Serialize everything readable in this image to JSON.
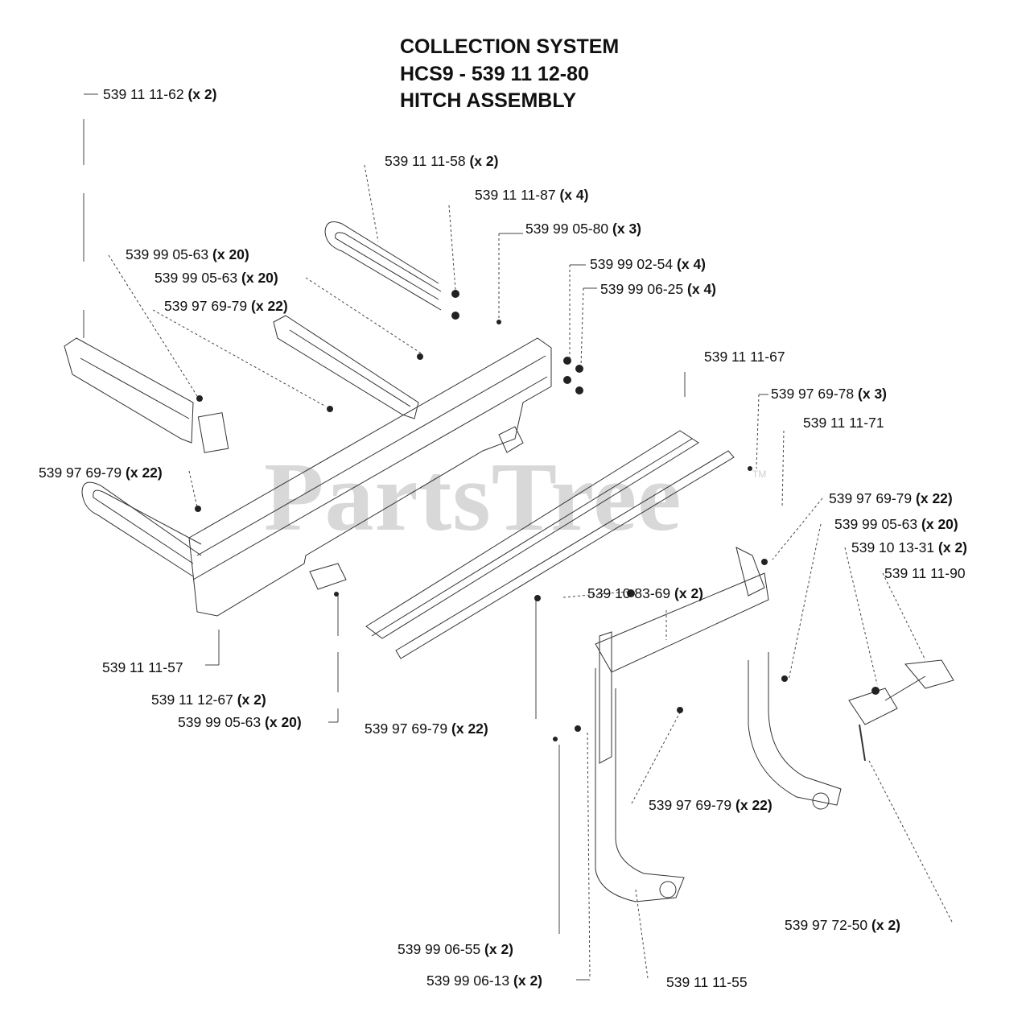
{
  "header": {
    "line1": "COLLECTION SYSTEM",
    "line2": "HCS9 - 539 11 12-80",
    "line3": "HITCH ASSEMBLY"
  },
  "watermark": {
    "text": "PartsTree",
    "mark": "TM"
  },
  "callouts": [
    {
      "part": "539 11 11-62",
      "qty": "(x 2)"
    },
    {
      "part": "539 11 11-58",
      "qty": "(x 2)"
    },
    {
      "part": "539 11 11-87",
      "qty": "(x 4)"
    },
    {
      "part": "539 99 05-80",
      "qty": "(x 3)"
    },
    {
      "part": "539 99 05-63",
      "qty": "(x 20)"
    },
    {
      "part": "539 99 05-63",
      "qty": "(x 20)"
    },
    {
      "part": "539 99 02-54",
      "qty": "(x 4)"
    },
    {
      "part": "539 99 06-25",
      "qty": "(x 4)"
    },
    {
      "part": "539 97 69-79",
      "qty": "(x 22)"
    },
    {
      "part": "539 11 11-67",
      "qty": ""
    },
    {
      "part": "539 97 69-78",
      "qty": "(x 3)"
    },
    {
      "part": "539 11 11-71",
      "qty": ""
    },
    {
      "part": "539 97 69-79",
      "qty": "(x 22)"
    },
    {
      "part": "539 97 69-79",
      "qty": "(x 22)"
    },
    {
      "part": "539 99 05-63",
      "qty": "(x 20)"
    },
    {
      "part": "539 10 13-31",
      "qty": "(x 2)"
    },
    {
      "part": "539 11 11-90",
      "qty": ""
    },
    {
      "part": "539 10 83-69",
      "qty": "(x 2)"
    },
    {
      "part": "539 11 11-57",
      "qty": ""
    },
    {
      "part": "539 11 12-67",
      "qty": "(x 2)"
    },
    {
      "part": "539 99 05-63",
      "qty": "(x 20)"
    },
    {
      "part": "539 97 69-79",
      "qty": "(x 22)"
    },
    {
      "part": "539 97 69-79",
      "qty": "(x 22)"
    },
    {
      "part": "539 97 72-50",
      "qty": "(x 2)"
    },
    {
      "part": "539 99 06-55",
      "qty": "(x 2)"
    },
    {
      "part": "539 99 06-13",
      "qty": "(x 2)"
    },
    {
      "part": "539 11 11-55",
      "qty": ""
    }
  ]
}
